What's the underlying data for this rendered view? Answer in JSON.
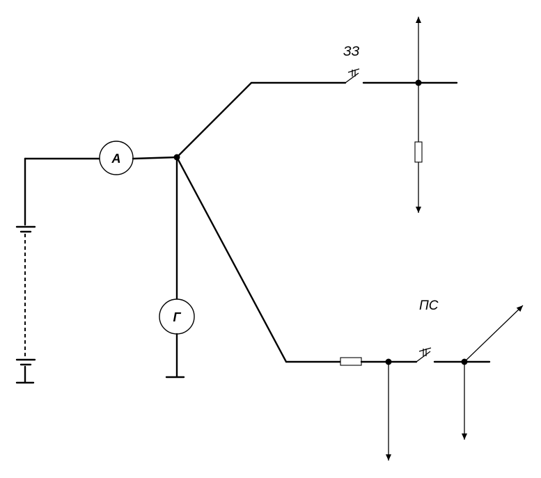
{
  "labels": {
    "ammeter": "А",
    "generator": "Г",
    "switch_top": "ЗЗ",
    "switch_bottom": "ПС"
  }
}
